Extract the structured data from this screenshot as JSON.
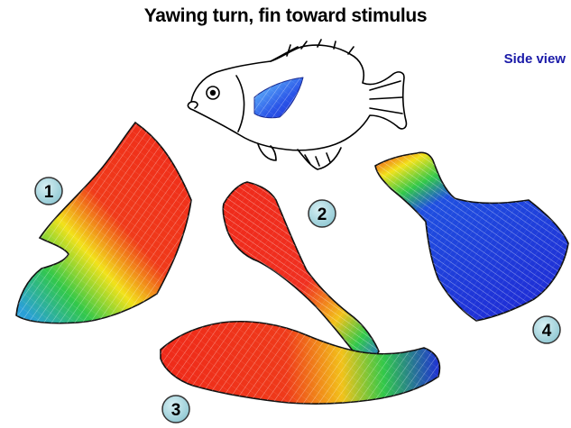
{
  "title": "Yawing turn, fin toward stimulus",
  "view_label": "Side view",
  "colors": {
    "view_label": "#1a1aa8",
    "badge_fill": "#a9d8e0",
    "fin_red": "#ef2a1a",
    "fin_blue": "#1f2fd6",
    "fin_green": "#32c84a",
    "fin_yellow": "#f2e21a"
  },
  "badges": [
    {
      "id": "1",
      "label": "1"
    },
    {
      "id": "2",
      "label": "2"
    },
    {
      "id": "3",
      "label": "3"
    },
    {
      "id": "4",
      "label": "4"
    }
  ],
  "illustration": {
    "subject": "sunfish-outline",
    "fin_highlight_color": "#2a55e8"
  }
}
